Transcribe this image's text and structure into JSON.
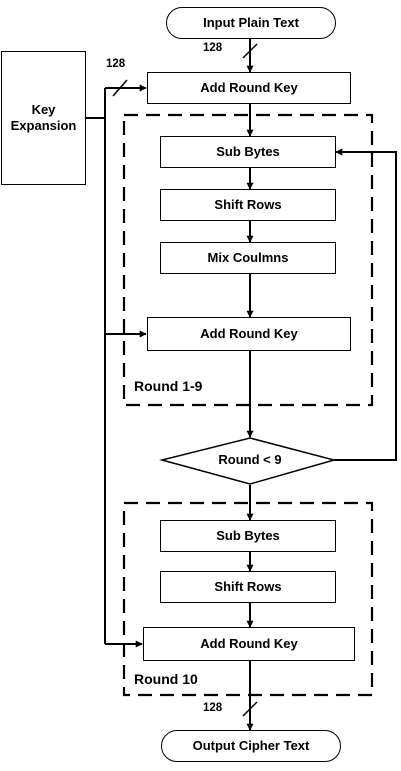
{
  "nodes": {
    "input": "Input Plain Text",
    "key_expansion": "Key\nExpansion",
    "add_round_key_initial": "Add Round Key",
    "sub_bytes_1": "Sub Bytes",
    "shift_rows_1": "Shift Rows",
    "mix_columns": "Mix Coulmns",
    "add_round_key_loop": "Add Round Key",
    "round_check": "Round < 9",
    "sub_bytes_2": "Sub Bytes",
    "shift_rows_2": "Shift Rows",
    "add_round_key_final": "Add Round Key",
    "output": "Output Cipher Text"
  },
  "groups": {
    "rounds_main": "Round 1-9",
    "round_final": "Round 10"
  },
  "bus_labels": {
    "input_width": "128",
    "key_width": "128",
    "output_width": "128"
  },
  "colors": {
    "stroke": "#000000",
    "fill": "#ffffff"
  }
}
